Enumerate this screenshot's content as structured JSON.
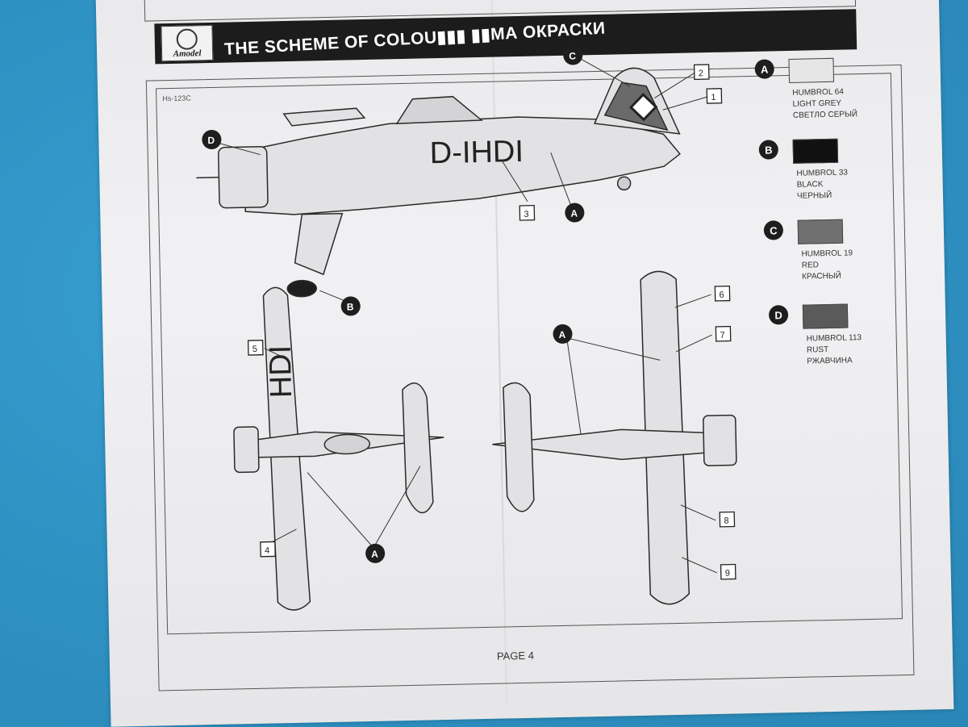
{
  "header": {
    "brand": "Amodel",
    "title": "THE SCHEME OF COLOU▮▮▮ ▮▮МА ОКРАСКИ"
  },
  "model_label": "Hs-123C",
  "registration": "D-IHDI",
  "registration_top": "HDI",
  "page_label": "PAGE 4",
  "paint_badges": {
    "A": "A",
    "B": "B",
    "C": "C",
    "D": "D"
  },
  "callouts": [
    "1",
    "2",
    "3",
    "4",
    "5",
    "6",
    "7",
    "8",
    "9"
  ],
  "legend": [
    {
      "letter": "A",
      "line1": "HUMBROL 64",
      "line2": "LIGHT GREY",
      "line3": "СВЕТЛО СЕРЫЙ",
      "color": "#e6e6e6"
    },
    {
      "letter": "B",
      "line1": "HUMBROL 33",
      "line2": "BLACK",
      "line3": "ЧЕРНЫЙ",
      "color": "#111111"
    },
    {
      "letter": "C",
      "line1": "HUMBROL 19",
      "line2": "RED",
      "line3": "КРАСНЫЙ",
      "color": "#707070"
    },
    {
      "letter": "D",
      "line1": "HUMBROL 113",
      "line2": "RUST",
      "line3": "РЖАВЧИНА",
      "color": "#5a5a5a"
    }
  ],
  "colors": {
    "paper": "#ececee",
    "ink": "#222222",
    "background": "#2f93c4"
  }
}
